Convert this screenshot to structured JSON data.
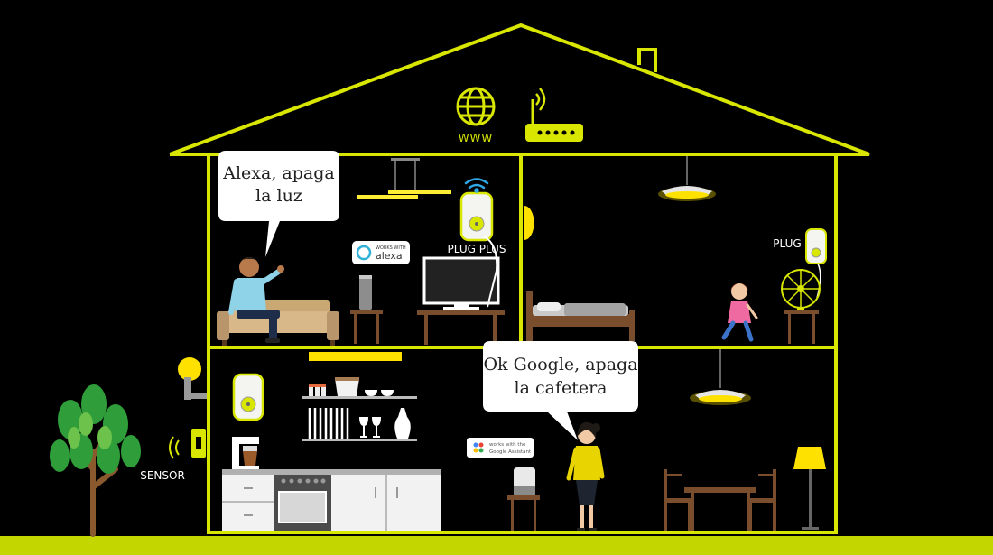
{
  "colors": {
    "accent": "#d8e600",
    "background": "#000000",
    "ground": "#c4d600"
  },
  "house": {
    "attic": {
      "internet_label": "WWW",
      "internet_icon": "globe-icon",
      "router_icon": "router-icon"
    },
    "living_room": {
      "speech": [
        "Alexa, apaga",
        "la luz"
      ],
      "alexa_badge": {
        "small": "WORKS WITH",
        "brand": "alexa"
      },
      "plug_plus_label": "PLUG PLUS",
      "wifi_icon": "wifi-icon"
    },
    "bedroom": {
      "plug_label": "PLUG"
    },
    "kitchen": {
      "speech": [
        "Ok Google, apaga",
        "la cafetera"
      ],
      "google_badge": {
        "line1": "works with the",
        "line2": "Google Assistant"
      },
      "sensor_label": "SENSOR"
    }
  }
}
